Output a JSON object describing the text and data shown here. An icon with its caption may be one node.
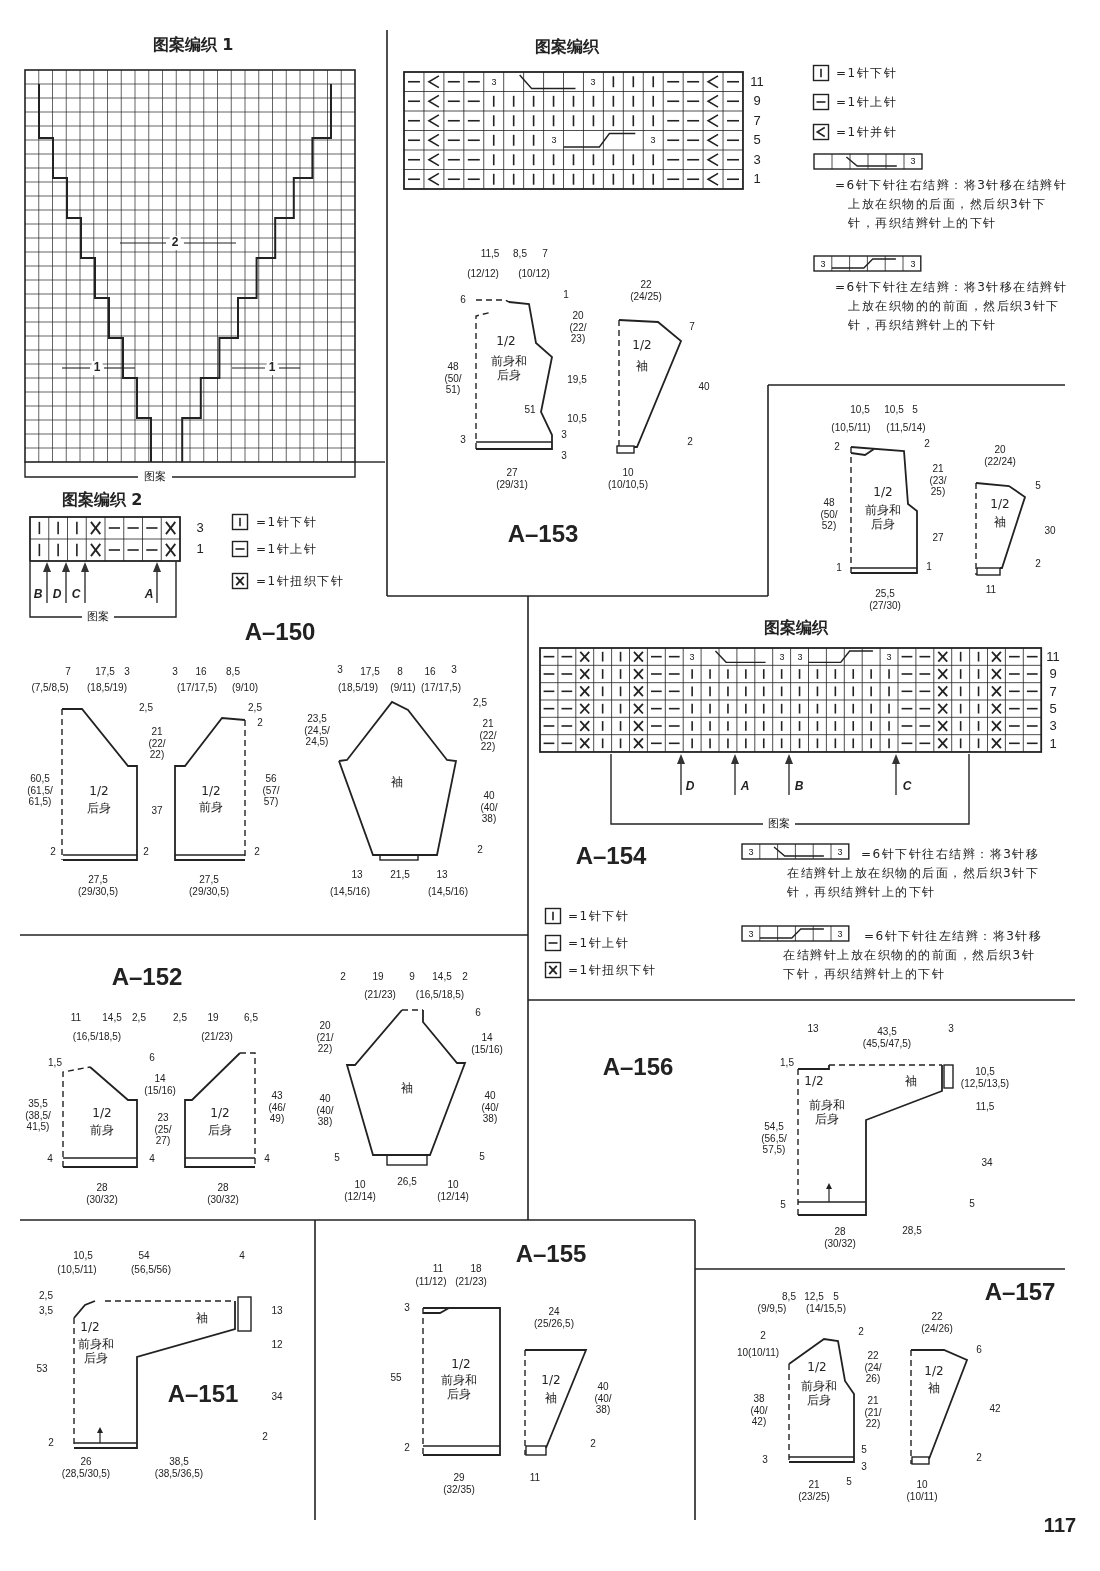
{
  "diagram": {
    "nodes": [
      {
        "text": [
          "1/2",
          "前身和后身"
        ]
      },
      {
        "text": [
          "1/2",
          "袖"
        ]
      },
      {
        "text": [
          "1/2",
          "前身和后身"
        ]
      },
      {
        "text": [
          "1/2",
          "袖"
        ]
      },
      {
        "text": [
          "1/2",
          "后身"
        ]
      },
      {
        "text": [
          "1/2",
          "前身"
        ]
      },
      {
        "text": [
          "袖"
        ]
      },
      {
        "text": [
          "1/2",
          "前身"
        ]
      },
      {
        "text": [
          "1/2",
          "后身"
        ]
      },
      {
        "text": [
          "袖"
        ]
      },
      {
        "text": [
          "1/2",
          "前身和后身",
          "袖"
        ]
      },
      {
        "text": [
          "1/2",
          "前身和后身",
          "袖"
        ]
      },
      {
        "text": [
          "1/2",
          "前身和后身"
        ]
      },
      {
        "text": [
          "1/2",
          "袖"
        ]
      },
      {
        "text": [
          "1/2",
          "前身和后身"
        ]
      },
      {
        "text": [
          "1/2",
          "袖"
        ]
      }
    ],
    "labels": [
      "图案编织 1",
      "2",
      "1",
      "1",
      "图案",
      "图案编织 2",
      "3",
      "1",
      "B",
      "D",
      "C",
      "A",
      "图案",
      "图案编织",
      "3",
      "3",
      "3",
      "3",
      "11",
      "9",
      "7",
      "5",
      "3",
      "1",
      "3",
      "3",
      "3",
      "11,5",
      "8,5",
      "7",
      "(12/12)",
      "(10/12)",
      "6",
      "48 (50/ 51)",
      "3",
      "51",
      "1",
      "20 (22/ 23)",
      "19,5",
      "10,5",
      "3",
      "3",
      "27 (29/31)",
      "22 (24/25)",
      "7",
      "40",
      "2",
      "10 (10/10,5)",
      "A–153",
      "10,5",
      "10,5",
      "5",
      "(10,5/11)",
      "(11,5/14)",
      "2",
      "48 (50/ 52)",
      "1",
      "2",
      "21 (23/ 25)",
      "27",
      "1",
      "25,5 (27/30)",
      "20 (22/24)",
      "5",
      "30",
      "2",
      "11",
      "A–150",
      "7",
      "(7,5/8,5)",
      "17,5",
      "(18,5/19)",
      "3",
      "60,5 (61,5/ 61,5)",
      "2",
      "2,5",
      "21 (22/ 22)",
      "37",
      "2",
      "27,5 (29/30,5)",
      "3",
      "16",
      "(17/17,5)",
      "8,5",
      "(9/10)",
      "2,5",
      "2",
      "56 (57/ 57)",
      "2",
      "27,5 (29/30,5)",
      "3",
      "17,5",
      "(18,5/19)",
      "8",
      "(9/11)",
      "16",
      "(17/17,5)",
      "3",
      "23,5 (24,5/ 24,5)",
      "2,5",
      "21 (22/ 22)",
      "40 (40/ 38)",
      "2",
      "13",
      "(14,5/16)",
      "21,5",
      "13",
      "(14,5/16)",
      "图案编织",
      "3",
      "3",
      "3",
      "3",
      "11",
      "9",
      "7",
      "5",
      "3",
      "1",
      "D",
      "A",
      "B",
      "C",
      "图案",
      "A–154",
      "3",
      "3",
      "3",
      "3",
      "A–152",
      "11",
      "14,5",
      "2,5",
      "(16,5/18,5)",
      "1,5",
      "35,5 (38,5/ 41,5)",
      "4",
      "6",
      "14 (15/16)",
      "23 (25/ 27)",
      "4",
      "28 (30/32)",
      "2,5",
      "19",
      "6,5",
      "(21/23)",
      "43 (46/ 49)",
      "4",
      "28 (30/32)",
      "2",
      "19",
      "9",
      "14,5",
      "2",
      "(21/23)",
      "(16,5/18,5)",
      "20 (21/ 22)",
      "40 (40/ 38)",
      "5",
      "6",
      "14 (15/16)",
      "40 (40/ 38)",
      "5",
      "10 (12/14)",
      "26,5",
      "10 (12/14)",
      "A–156",
      "13",
      "43,5 (45,5/47,5)",
      "3",
      "1,5",
      "54,5 (56,5/ 57,5)",
      "5",
      "10,5 (12,5/13,5)",
      "11,5",
      "34",
      "5",
      "28 (30/32)",
      "28,5",
      "10,5",
      "54",
      "4",
      "(10,5/11)",
      "(56,5/56)",
      "2,5",
      "3,5",
      "53",
      "2",
      "13",
      "12",
      "34",
      "2",
      "A–151",
      "26",
      "(28,5/30,5)",
      "38,5",
      "(38,5/36,5)",
      "A–155",
      "11",
      "18",
      "(11/12)",
      "(21/23)",
      "3",
      "55",
      "2",
      "29 (32/35)",
      "24 (25/26,5)",
      "40 (40/ 38)",
      "2",
      "11",
      "A–157",
      "8,5",
      "12,5",
      "5",
      "(9/9,5)",
      "(14/15,5)",
      "2",
      "10(10/11)",
      "38 (40/ 42)",
      "3",
      "2",
      "22 (24/ 26)",
      "21 (21/ 22)",
      "5",
      "3",
      "21 (23/25)",
      "5",
      "22 (24/26)",
      "6",
      "42",
      "2",
      "10 (10/11)",
      "117"
    ],
    "legend": [
      {
        "text": "=1针下针"
      },
      {
        "text": "=1针上针"
      },
      {
        "text": "=1针并针"
      },
      {
        "text": "=6针下针往右结辫：将3针移在结辫针上放在织物的后面，然后织3针下针，再织结辫针上的下针"
      },
      {
        "text": "=6针下针往左结辫：将3针移在结辫针上放在织物的的前面，然后织3针下针，再织结辫针上的下针"
      },
      {
        "text": "=1针下针"
      },
      {
        "text": "=1针上针"
      },
      {
        "text": "=1针扭织下针"
      },
      {
        "text": "=6针下针往右结辫：将3针移在结辫针上放在织物的后面，然后织3针下针，再织结辫针上的下针"
      },
      {
        "text": "=6针下针往左结辫：将3针移在结辫针上放在织物的的前面，然后织3针下针，再织结辫针上的下针"
      },
      {
        "text": "=1针下针"
      },
      {
        "text": "=1针上针"
      },
      {
        "text": "=1针扭织下针"
      }
    ]
  }
}
